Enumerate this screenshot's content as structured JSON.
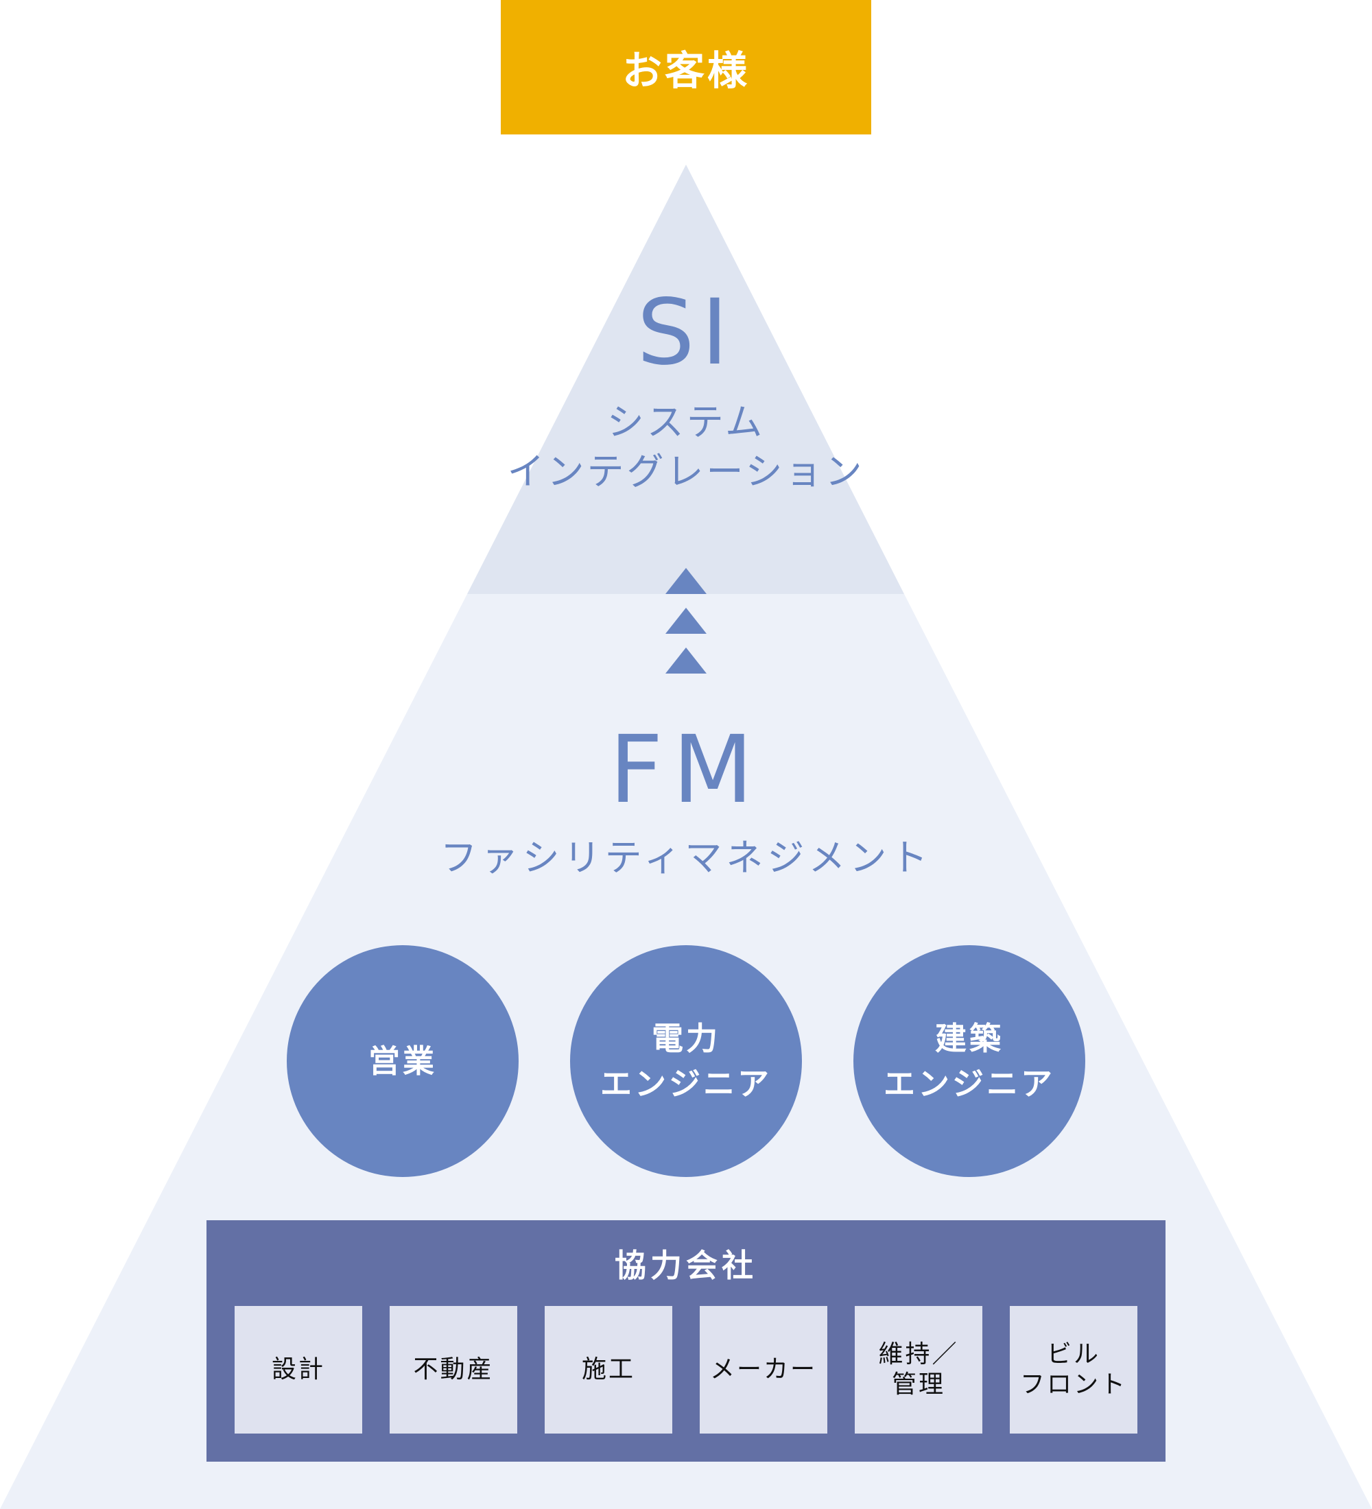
{
  "customer": {
    "label": "お客様"
  },
  "si": {
    "title": "SI",
    "subtitle_lines": [
      "システム",
      "インテグレーション"
    ]
  },
  "flow_arrows": {
    "count": 3,
    "direction": "up",
    "icon": "triangle-up-icon"
  },
  "fm": {
    "title": "FM",
    "subtitle": "ファシリティマネジメント"
  },
  "teams": [
    {
      "lines": [
        "営業"
      ]
    },
    {
      "lines": [
        "電力",
        "エンジニア"
      ]
    },
    {
      "lines": [
        "建築",
        "エンジニア"
      ]
    }
  ],
  "partners": {
    "title": "協力会社",
    "items": [
      {
        "lines": [
          "設計"
        ]
      },
      {
        "lines": [
          "不動産"
        ]
      },
      {
        "lines": [
          "施工"
        ]
      },
      {
        "lines": [
          "メーカー"
        ]
      },
      {
        "lines": [
          "維持／",
          "管理"
        ]
      },
      {
        "lines": [
          "ビル",
          "フロント"
        ]
      }
    ]
  },
  "colors": {
    "customer": "#F0B000",
    "si_layer": "#DFE5F1",
    "fm_layer": "#EDF1F9",
    "accent_blue": "#6885C1",
    "partners_box": "#6370A5",
    "partner_tile": "#DFE2EF"
  }
}
